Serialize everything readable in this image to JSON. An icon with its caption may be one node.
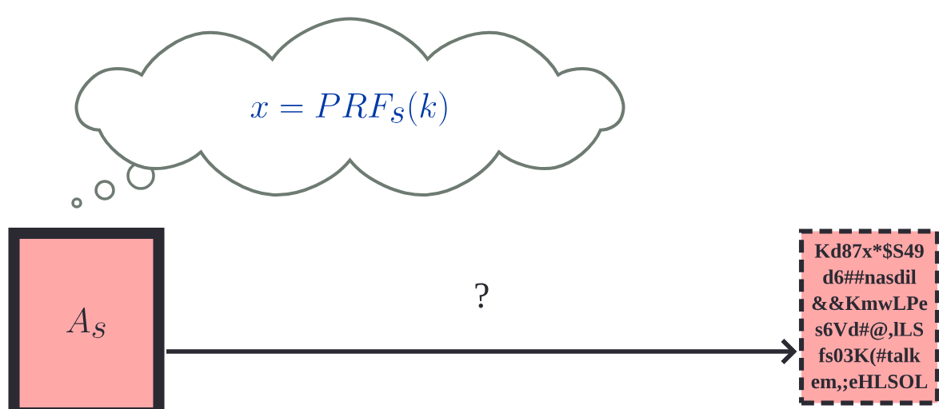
{
  "diagram": {
    "nodes": [
      {
        "text": [
          "x = PRF_s(k)"
        ]
      },
      {
        "text": [
          "A_s"
        ]
      },
      {
        "text": [
          "Kd87x*$S49 d6##nasdil &&KmwLPe s6Vd#@,lLS fs03K(#talk em,;eHLSOL"
        ]
      }
    ],
    "edges": [
      {
        "from": 1,
        "to": 2,
        "arrow": "to",
        "label": "?"
      }
    ]
  }
}
